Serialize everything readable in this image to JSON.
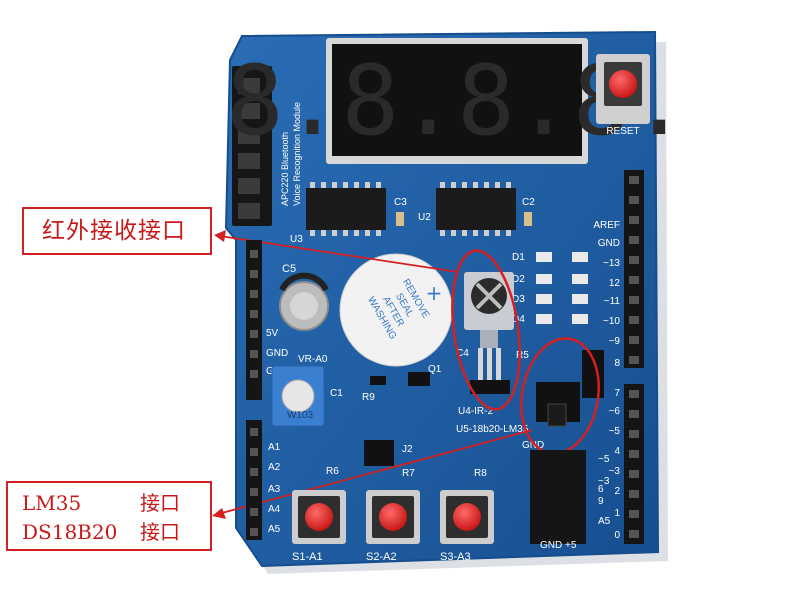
{
  "colors": {
    "pcb": "#1d5fa6",
    "pcb_edge": "#164d8c",
    "callout_red": "#d42020",
    "silk": "#ffffff"
  },
  "callouts": {
    "ir": {
      "text": "红外接收接口"
    },
    "temp": {
      "line1_label": "LM35",
      "line1_value": "接口",
      "line2_label": "DS18B20",
      "line2_value": "接口"
    }
  },
  "board": {
    "module_lines": [
      "APC220 Bluetooth",
      "Voice Recognition Module"
    ],
    "display_digits": "8.8.8.8.",
    "reset_label": "RESET",
    "buzzer_text": [
      "REMOVE",
      "SEAL",
      "AFTER",
      "WASHING"
    ],
    "buzzer_plus": "+",
    "labels": {
      "c3": "C3",
      "u2": "U2",
      "c2": "C2",
      "u3": "U3",
      "c5": "C5",
      "c4": "C4",
      "r5": "R5",
      "q1": "Q1",
      "c1": "C1",
      "r9": "R9",
      "j2": "J2",
      "r6": "R6",
      "r7": "R7",
      "r8": "R8",
      "vr": "VR-A0",
      "u4": "U4-IR-2",
      "u5": "U5-18b20-LM35",
      "pot": "W103",
      "d1": "D1",
      "d2": "D2",
      "d3": "D3",
      "d4": "D4",
      "aref": "AREF",
      "gnd_r": "GND",
      "gnd_b": "GND",
      "p13": "~13",
      "p12": "12",
      "p11": "~11",
      "p10": "~10",
      "p9": "~9",
      "p8": "8",
      "p7": "7",
      "p6": "~6",
      "p5": "~5",
      "p4": "4",
      "p3": "~3",
      "p2": "2",
      "p1": "1",
      "p0": "0",
      "lp5": "~5",
      "lp3": "~3",
      "lp9": "9",
      "la5": "A5",
      "lp6": "6",
      "gnd_plus": "GND +5",
      "a1": "A1",
      "a2": "A2",
      "a3": "A3",
      "a4": "A4",
      "a5": "A5",
      "v5": "5V",
      "gnd1": "GND",
      "gnd2": "GND",
      "s1": "S1-A1",
      "s2": "S2-A2",
      "s3": "S3-A3"
    }
  }
}
